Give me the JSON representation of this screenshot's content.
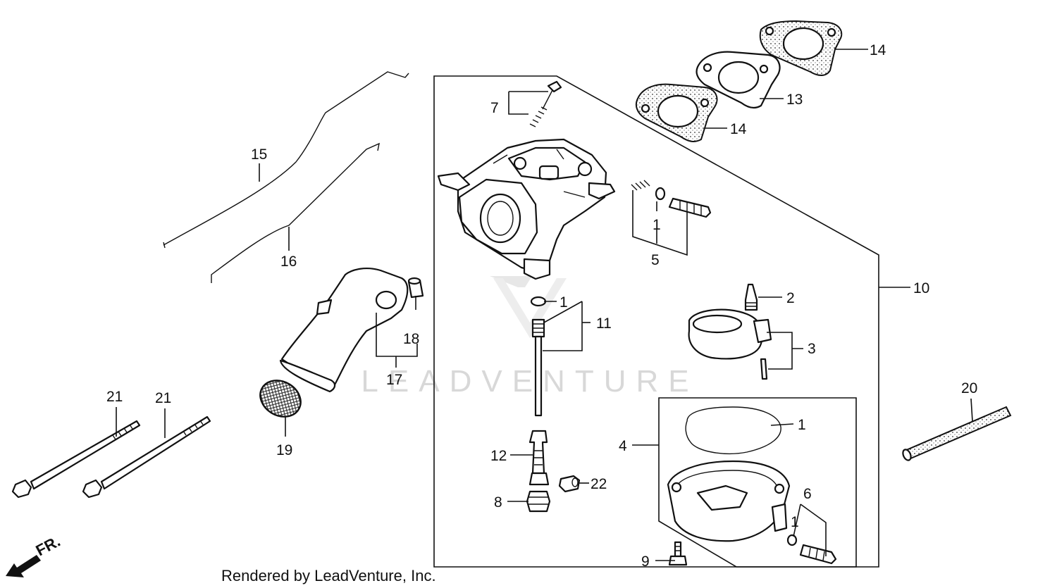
{
  "callouts": {
    "c1a": "1",
    "c1b": "1",
    "c1c": "1",
    "c1d": "1",
    "c2": "2",
    "c3": "3",
    "c4": "4",
    "c5": "5",
    "c6": "6",
    "c7": "7",
    "c8": "8",
    "c9": "9",
    "c10": "10",
    "c11": "11",
    "c12": "12",
    "c13": "13",
    "c14a": "14",
    "c14b": "14",
    "c15": "15",
    "c16": "16",
    "c17": "17",
    "c18": "18",
    "c19": "19",
    "c20": "20",
    "c21a": "21",
    "c21b": "21",
    "c22": "22"
  },
  "watermark": "LEADVENTURE",
  "direction_label": "FR.",
  "footer": "Rendered by LeadVenture, Inc."
}
